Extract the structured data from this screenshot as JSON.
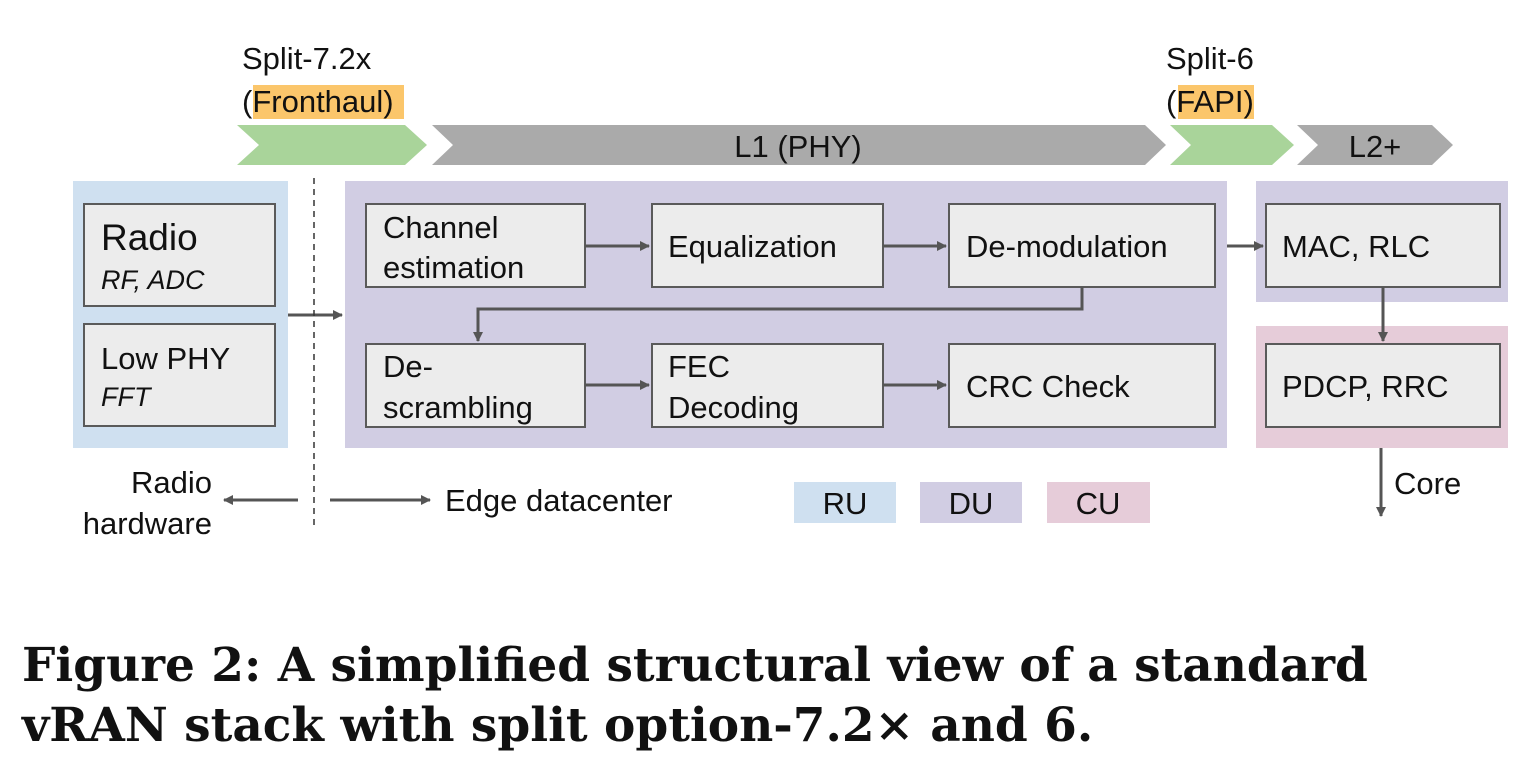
{
  "colors": {
    "ru": "#cfe0f0",
    "du": "#d1cde3",
    "cu": "#e6ccd9",
    "box": "#ececec",
    "box_border": "#5a5a5a",
    "chevron_green": "#a9d49a",
    "chevron_gray": "#aaaaaa",
    "highlight": "#fbc66b",
    "arrow": "#555555"
  },
  "splits": {
    "split72_line1": "Split-7.2x",
    "split72_open": "(",
    "split72_highlight": "Fronthaul",
    "split72_close": ")",
    "split6_line1": "Split-6",
    "split6_open": "(",
    "split6_highlight": "FAPI",
    "split6_close": ")"
  },
  "layers": {
    "l1": "L1 (PHY)",
    "l2": "L2+"
  },
  "ru_blocks": {
    "radio_title": "Radio",
    "radio_sub": "RF, ADC",
    "lowphy_title": "Low PHY",
    "lowphy_sub": "FFT"
  },
  "du_blocks": {
    "channel_l1": "Channel",
    "channel_l2": "estimation",
    "equalization": "Equalization",
    "demodulation": "De-modulation",
    "descrambling_l1": "De-",
    "descrambling_l2": "scrambling",
    "fec_l1": "FEC",
    "fec_l2": "Decoding",
    "crc": "CRC Check"
  },
  "cu_blocks": {
    "mac": "MAC, RLC",
    "pdcp": "PDCP, RRC"
  },
  "annotations": {
    "radio_hw_l1": "Radio",
    "radio_hw_l2": "hardware",
    "edge": "Edge datacenter",
    "core": "Core"
  },
  "legend": {
    "ru": "RU",
    "du": "DU",
    "cu": "CU"
  },
  "caption": "Figure 2: A simplified structural view of a standard vRAN stack with split option-7.2× and 6."
}
